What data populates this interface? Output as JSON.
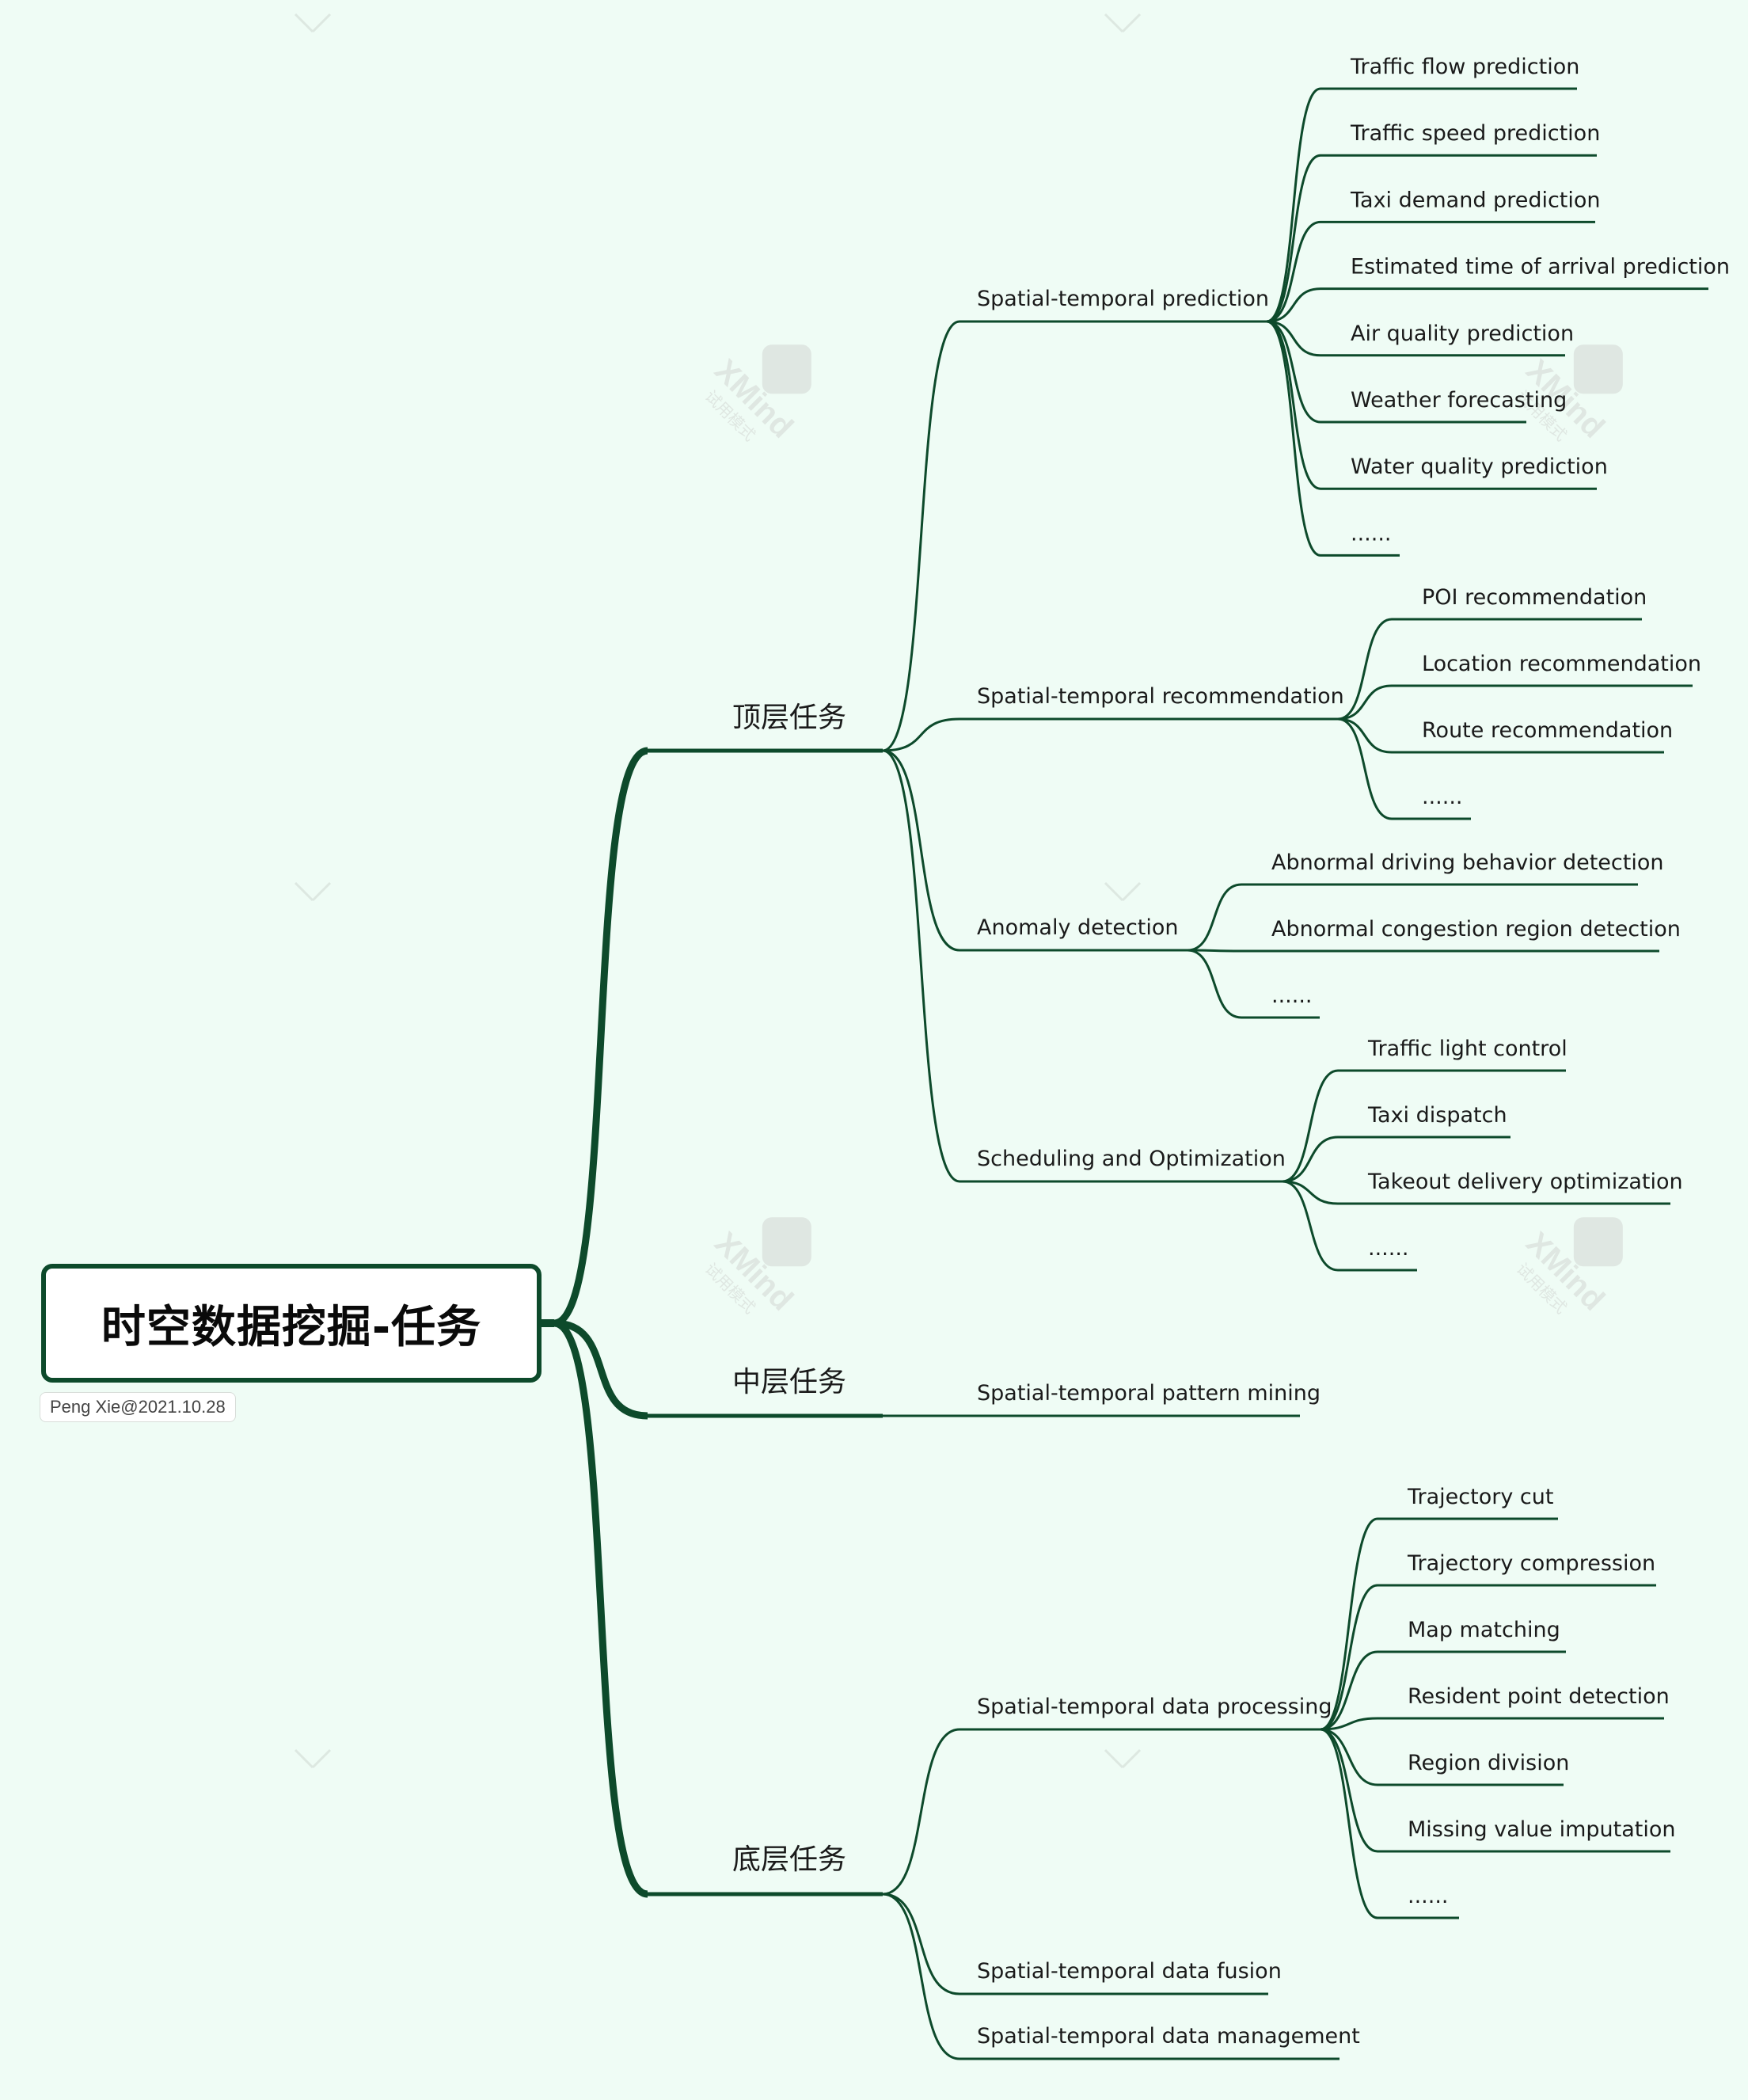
{
  "root": {
    "title": "时空数据挖掘-任务",
    "author": "Peng Xie@2021.10.28"
  },
  "watermark": {
    "brand": "XMind",
    "sub": "试用模式"
  },
  "colors": {
    "line": "#0d4a2b",
    "background": "#effcf5",
    "text": "#1a1a1a"
  },
  "branches": [
    {
      "label": "顶层任务",
      "children": [
        {
          "label": "Spatial-temporal prediction",
          "children": [
            "Traffic flow prediction",
            "Traffic speed prediction",
            "Taxi demand prediction",
            "Estimated time of arrival prediction",
            "Air quality prediction",
            "Weather forecasting",
            "Water quality prediction",
            "......"
          ]
        },
        {
          "label": "Spatial-temporal recommendation",
          "children": [
            "POI recommendation",
            "Location recommendation",
            "Route recommendation",
            "......"
          ]
        },
        {
          "label": "Anomaly detection",
          "children": [
            "Abnormal driving behavior detection",
            "Abnormal congestion region detection",
            "......"
          ]
        },
        {
          "label": "Scheduling and Optimization",
          "children": [
            "Traffic light control",
            "Taxi dispatch",
            "Takeout delivery optimization",
            "......"
          ]
        }
      ]
    },
    {
      "label": "中层任务",
      "children": [
        {
          "label": "Spatial-temporal pattern mining",
          "children": []
        }
      ]
    },
    {
      "label": "底层任务",
      "children": [
        {
          "label": "Spatial-temporal data processing",
          "children": [
            "Trajectory cut",
            "Trajectory compression",
            "Map matching",
            "Resident point detection",
            "Region division",
            "Missing value imputation",
            "......"
          ]
        },
        {
          "label": "Spatial-temporal data fusion",
          "children": []
        },
        {
          "label": "Spatial-temporal data management",
          "children": []
        }
      ]
    }
  ]
}
